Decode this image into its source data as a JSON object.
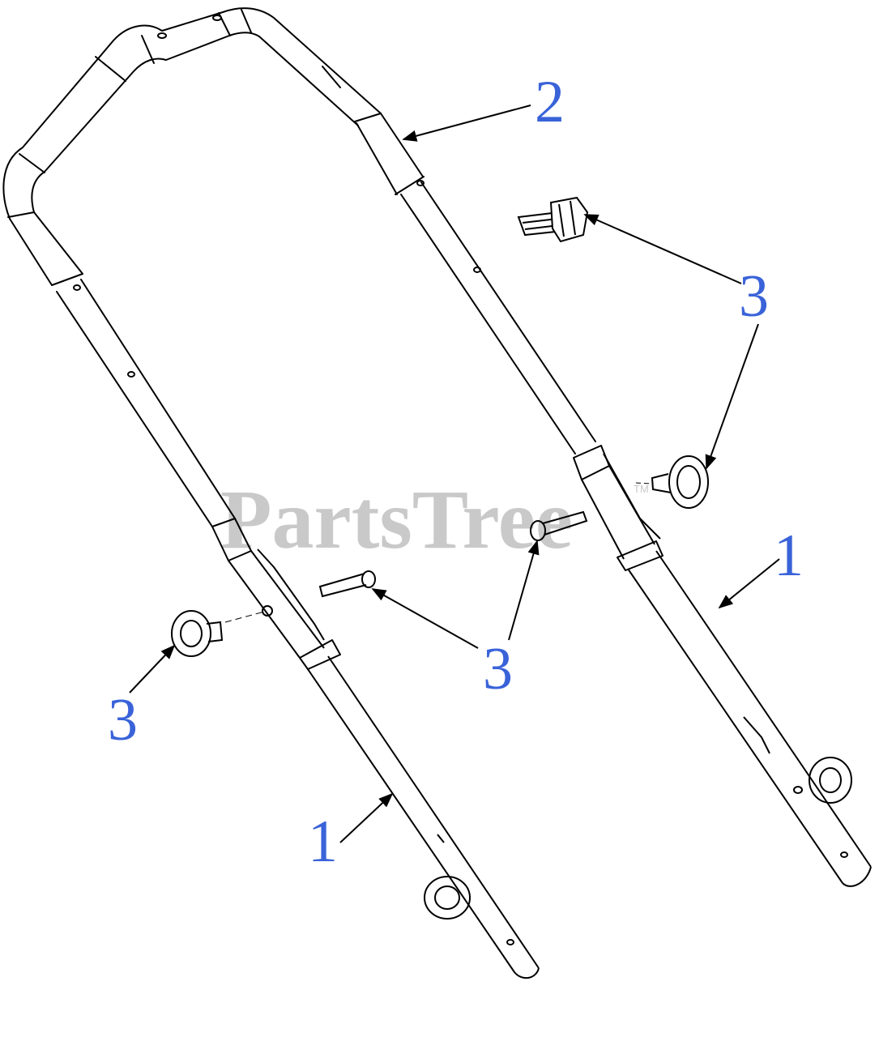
{
  "diagram": {
    "callouts": [
      {
        "id": "callout-2-handle",
        "label": "2"
      },
      {
        "id": "callout-3-knob-assembly",
        "label": "3"
      },
      {
        "id": "callout-3-right-knob",
        "label": "3"
      },
      {
        "id": "callout-3-right-bolt",
        "label": "3"
      },
      {
        "id": "callout-3-left-bolt",
        "label": "3"
      },
      {
        "id": "callout-3-left-knob",
        "label": "3"
      },
      {
        "id": "callout-1-right-tube",
        "label": "1"
      },
      {
        "id": "callout-1-left-tube",
        "label": "1"
      }
    ],
    "watermark": {
      "text": "PartsTree",
      "mark": "TM"
    },
    "colors": {
      "line": "#000000",
      "callout": "#3a63d9",
      "watermark": "#c9c9c9",
      "background": "#ffffff"
    }
  }
}
